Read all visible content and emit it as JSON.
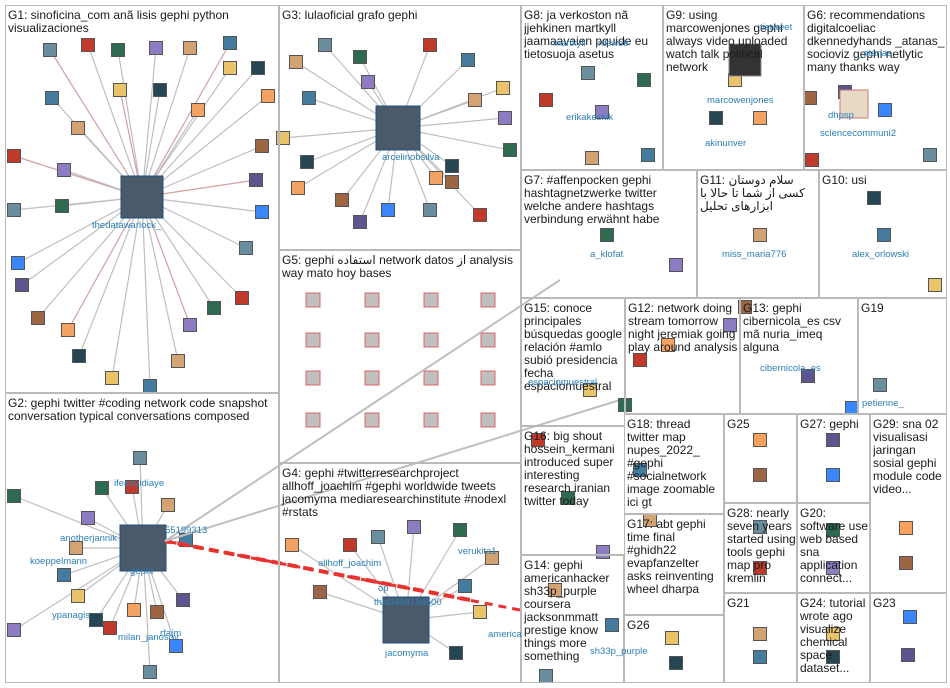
{
  "title": "",
  "colors": {
    "group_border": "#b9b9b9",
    "edge": "#bfbfbf",
    "edge_strong": "#d2a0a0",
    "edge_red": "#e8322f",
    "label": "#2a7fb8"
  },
  "groups": [
    {
      "id": "G1",
      "title": "G1: sinoficina_com anã lisis gephi python visualizaciones"
    },
    {
      "id": "G2",
      "title": "G2: gephi twitter #coding network code snapshot conversation typical conversations composed"
    },
    {
      "id": "G3",
      "title": "G3: lulaoficial grafo gephi"
    },
    {
      "id": "G4",
      "title": "G4: gephi #twitterresearchproject allhoff_joachim #gephi worldwide tweets jacomyma mediaresearchinstitute #nodexl #rstats"
    },
    {
      "id": "G5",
      "title": "G5: gephi استفاده network datos از analysis way mato hoy bases"
    },
    {
      "id": "G6",
      "title": "G6: recommendations digitalcoeliac dkennedyhands _atanas_ socioviz gephi netlytic many thanks way"
    },
    {
      "id": "G7",
      "title": "G7: #affenpocken gephi hashtagnetzwerke twitter welche andere hashtags verbindung erwähnt habe"
    },
    {
      "id": "G8",
      "title": "G8: ja verkoston nã jjehkinen martkyll jaamaavaien pquide eu tietosuoja asetus"
    },
    {
      "id": "G9",
      "title": "G9: using marcowenjones gephi always video uploaded watch talk political network"
    },
    {
      "id": "G10",
      "title": "G10: usi"
    },
    {
      "id": "G11",
      "title": "G11: سلام دوستان کسی از شما تا حالا با ابزارهای تحلیل"
    },
    {
      "id": "G12",
      "title": "G12: network doing stream tomorrow night jeremiak going play around analysis"
    },
    {
      "id": "G13",
      "title": "G13: gephi cibernicola_es csv mã nuria_imeq alguna"
    },
    {
      "id": "G14",
      "title": "G14: gephi americanhacker sh33p_purple coursera jacksonmmatt prestige know things more something"
    },
    {
      "id": "G15",
      "title": "G15: conoce principales búsquedas google relación #amlo subió presidencia fecha espaciomuestral"
    },
    {
      "id": "G16",
      "title": "G16: big shout hossein_kermani introduced super interesting research iranian twitter today"
    },
    {
      "id": "G17",
      "title": "G17: abt gephi time final #ghidh22 evapfanzelter asks reinventing wheel dharpa"
    },
    {
      "id": "G18",
      "title": "G18: thread twitter map nupes_2022_ #gephi #socialnetwork image zoomable ici gt"
    },
    {
      "id": "G19",
      "title": "G19"
    },
    {
      "id": "G20",
      "title": "G20: software use web based sna application connect..."
    },
    {
      "id": "G21",
      "title": "G21"
    },
    {
      "id": "G23",
      "title": "G23"
    },
    {
      "id": "G24",
      "title": "G24: tutorial wrote ago visualize chemical space dataset..."
    },
    {
      "id": "G25",
      "title": "G25"
    },
    {
      "id": "G26",
      "title": "G26"
    },
    {
      "id": "G27",
      "title": "G27: gephi"
    },
    {
      "id": "G28",
      "title": "G28: nearly seven years started using tools gephi map pro kremlin"
    },
    {
      "id": "G29",
      "title": "G29: sna 02 visualisasi jaringan sosial gephi module code video..."
    }
  ],
  "labels": [
    "thedatawarlock_",
    "ifeanyidiaye",
    "anotherjannik",
    "koeppelmann",
    "gephi",
    "55199313",
    "ypanagis",
    "milan_janosov",
    "rfajm",
    "arcelinobsilva",
    "allhoff_joachim",
    "verukita1",
    "this0499154500",
    "op",
    "jacomyma",
    "america",
    "sh33p_purple",
    "espaciomuestral",
    "a_klofat",
    "miss_maria776",
    "alex_orlowski",
    "cibernicola_es",
    "petienne_",
    "martkyll",
    "rdsweb",
    "erikakeskik",
    "marcowenjones",
    "akinunver",
    "tistweet",
    "dhpsp",
    "_atanas_",
    "sciencecommuni2"
  ]
}
